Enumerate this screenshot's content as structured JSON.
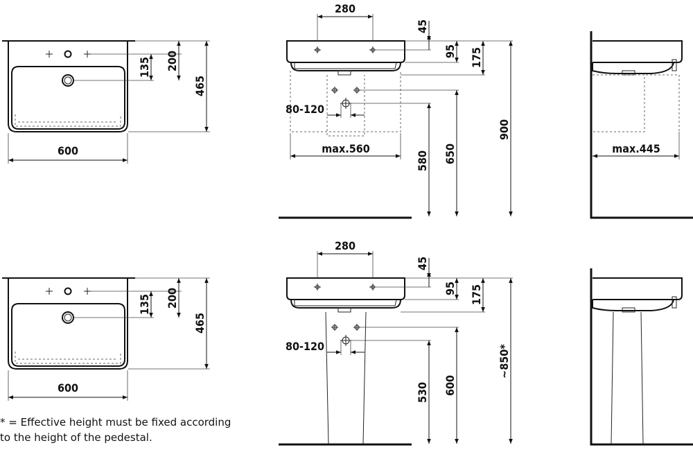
{
  "figures": {
    "top_front": {
      "width": "600",
      "tap_offset": "135",
      "top_offset": "200",
      "depth": "465"
    },
    "top_side": {
      "tap_spacing": "280",
      "rim_top": "45",
      "rim": "95",
      "bowl": "175",
      "trap_range": "80-120",
      "max_width": "max.560",
      "outlet_height": "580",
      "inlet_height": "650",
      "total_height": "900"
    },
    "top_profile": {
      "max_depth": "max.445"
    },
    "bottom_front": {
      "width": "600",
      "tap_offset": "135",
      "top_offset": "200",
      "depth": "465"
    },
    "bottom_side": {
      "tap_spacing": "280",
      "rim_top": "45",
      "rim": "95",
      "bowl": "175",
      "trap_range": "80-120",
      "outlet_height": "530",
      "inlet_height": "600",
      "total_height": "~850*"
    }
  },
  "footnote": {
    "line1": "* = Effective height must be fixed according",
    "line2": "to the height of the pedestal."
  }
}
